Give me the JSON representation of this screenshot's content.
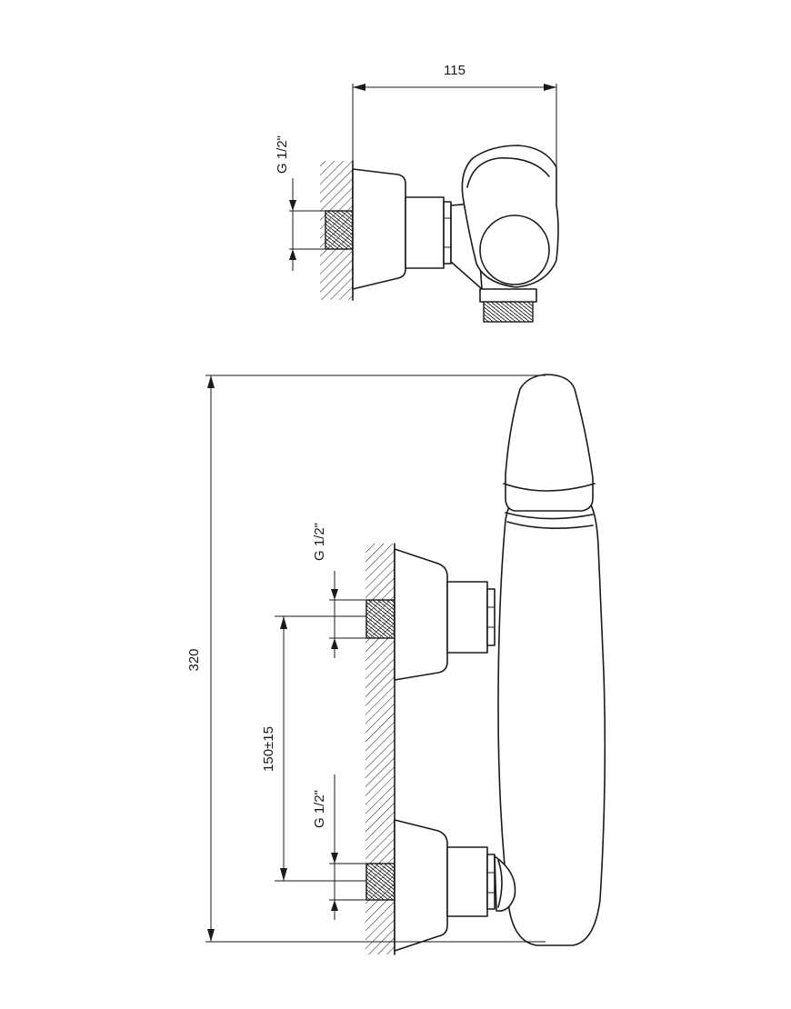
{
  "top_view": {
    "width_label": "115",
    "thread_label": "G 1/2\""
  },
  "front_view": {
    "height_label": "320",
    "spacing_label": "150±15",
    "upper_thread_label": "G 1/2\"",
    "lower_thread_label": "G 1/2\""
  }
}
